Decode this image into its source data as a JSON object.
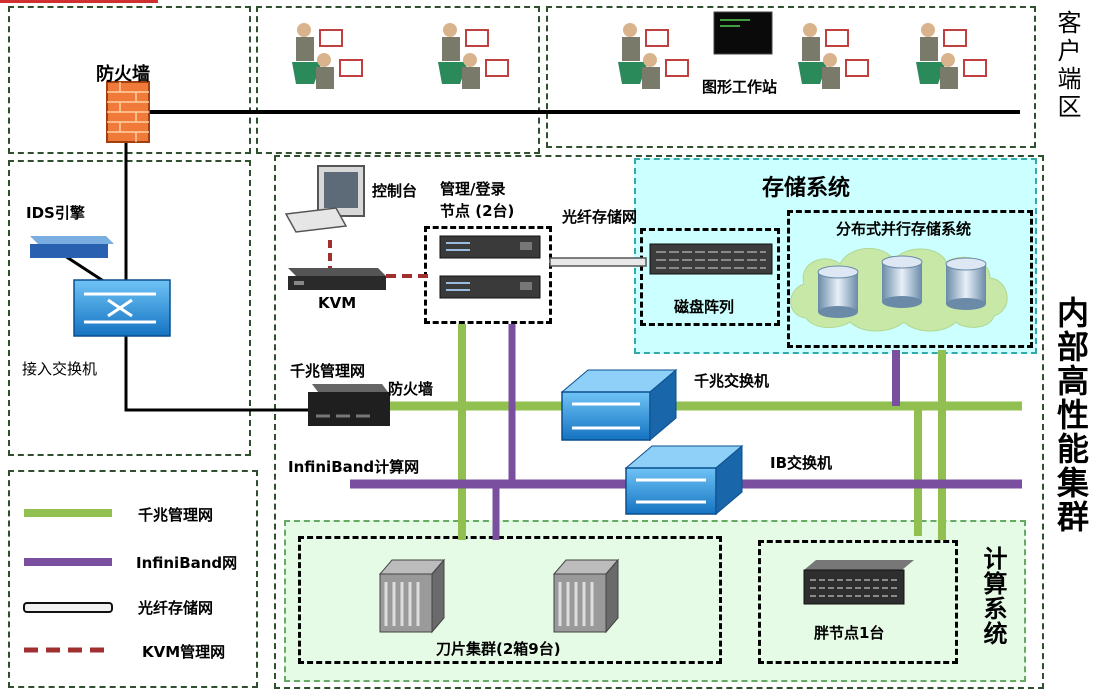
{
  "client_zone": {
    "title": "客户端区",
    "workstation_label": "图形工作站"
  },
  "firewall_top": {
    "label": "防火墙"
  },
  "ids": {
    "label": "IDS引擎"
  },
  "access_switch": {
    "label": "接入交换机"
  },
  "console": {
    "label": "控制台"
  },
  "kvm": {
    "label": "KVM"
  },
  "mgmt_node": {
    "label_line1": "管理/登录",
    "label_line2": "节点 (2台)"
  },
  "fiber_net": {
    "label": "光纤存储网"
  },
  "storage": {
    "title": "存储系统",
    "disk_array_label": "磁盘阵列",
    "distributed_label": "分布式并行存储系统"
  },
  "gigabit_mgmt": {
    "label": "千兆管理网",
    "firewall_label": "防火墙"
  },
  "gigabit_switch": {
    "label": "千兆交换机"
  },
  "infiniband_net": {
    "label": "InfiniBand计算网"
  },
  "ib_switch": {
    "label": "IB交换机"
  },
  "cluster": {
    "title": "内部高性能集群"
  },
  "compute": {
    "title": "计算系统",
    "blade_label": "刀片集群(2箱9台)",
    "fat_node_label": "胖节点1台"
  },
  "legend": {
    "items": [
      {
        "label": "千兆管理网",
        "color": "#92c050"
      },
      {
        "label": "InfiniBand网",
        "color": "#7b4fa0"
      },
      {
        "label": "光纤存储网",
        "color": "#c0c0c0"
      },
      {
        "label": "KVM管理网",
        "color": "#a03030"
      }
    ]
  },
  "colors": {
    "gigabit": "#92c050",
    "infiniband": "#7b4fa0",
    "kvm": "#a03030",
    "storage_bg": "#ccffff",
    "compute_bg": "#e6fbe6",
    "switch_blue": "#1e8fd8"
  }
}
